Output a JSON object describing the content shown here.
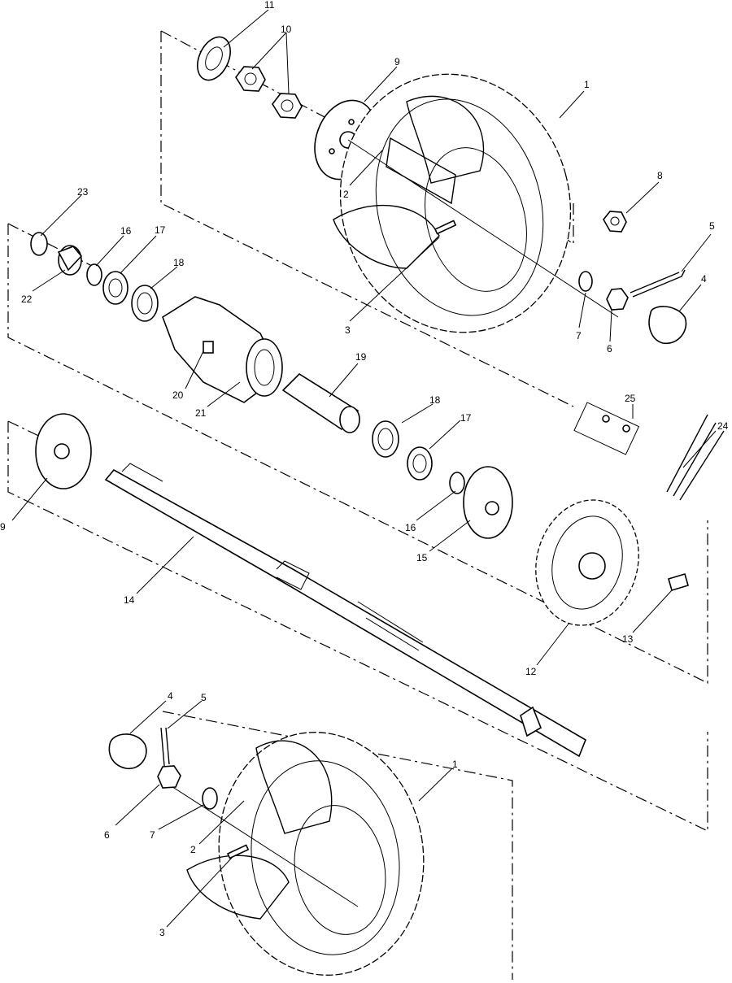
{
  "callouts": {
    "c1_top": "1",
    "c2_top": "2",
    "c3_top": "3",
    "c4_top": "4",
    "c5_top": "5",
    "c6_top": "6",
    "c7_top": "7",
    "c8": "8",
    "c9_top": "9",
    "c10": "10",
    "c11": "11",
    "c23": "23",
    "c16_left": "16",
    "c17_left": "17",
    "c18_left": "18",
    "c22": "22",
    "c20": "20",
    "c21": "21",
    "c19": "19",
    "c18_right": "18",
    "c17_right": "17",
    "c16_right": "16",
    "c15": "15",
    "c25": "25",
    "c24": "24",
    "c9_left": "9",
    "c14": "14",
    "c13": "13",
    "c12": "12",
    "c4_bottom": "4",
    "c5_bottom": "5",
    "c6_bottom": "6",
    "c7_bottom": "7",
    "c2_bottom": "2",
    "c3_bottom": "3",
    "c1_bottom": "1"
  }
}
